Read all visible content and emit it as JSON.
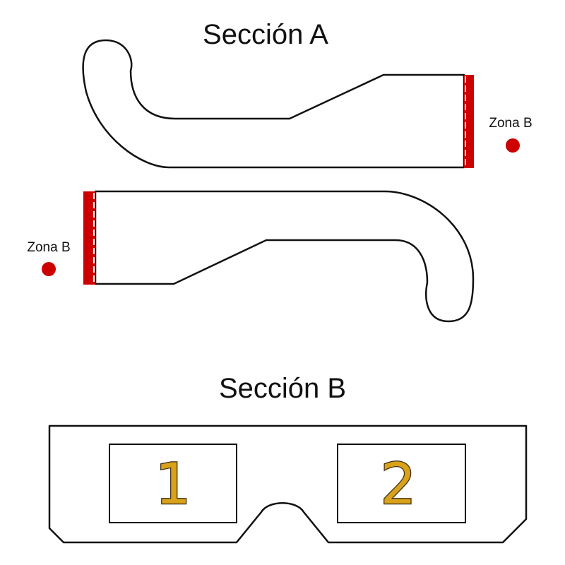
{
  "section_a": {
    "title": "Sección A",
    "zone_label_top": "Zona B",
    "zone_label_bottom": "Zona B"
  },
  "section_b": {
    "title": "Sección B",
    "lens_left_number": "1",
    "lens_right_number": "2"
  },
  "colors": {
    "outline": "#111111",
    "zone_marker": "#cc0000",
    "lens_number_fill": "#d9a21b",
    "lens_number_stroke": "#3a2a10"
  }
}
